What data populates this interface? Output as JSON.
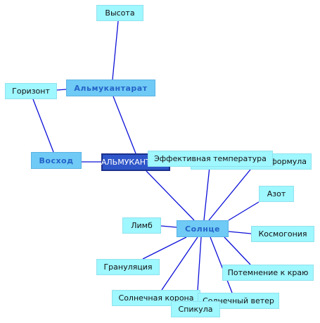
{
  "nodes": {
    "vysota": "Высота",
    "almukantarat": "Альмукантарат",
    "gorizont": "Горизонт",
    "voskhod": "Восход",
    "center": "АЛЬМУКАНТАРАТ",
    "effektivnaya": "Эффективная температура",
    "barometricheskaya": "Барометрическая формула",
    "azot": "Азот",
    "limb": "Лимб",
    "solntse": "Солнце",
    "kosmogoniya": "Космогония",
    "granulyatsiya": "Грануляция",
    "potemnenie": "Потемнение к краю",
    "solnechnaya_korona": "Солнечная корона",
    "solnechny_veter": "Солнечный ветер",
    "spikula": "Спикула"
  },
  "colors": {
    "edge": "#0c10d8",
    "leaf_fill": "#9ff7ff",
    "hub_fill": "#6fcaf5",
    "hub_text": "#2563c9",
    "center_fill": "#2f56c9"
  }
}
